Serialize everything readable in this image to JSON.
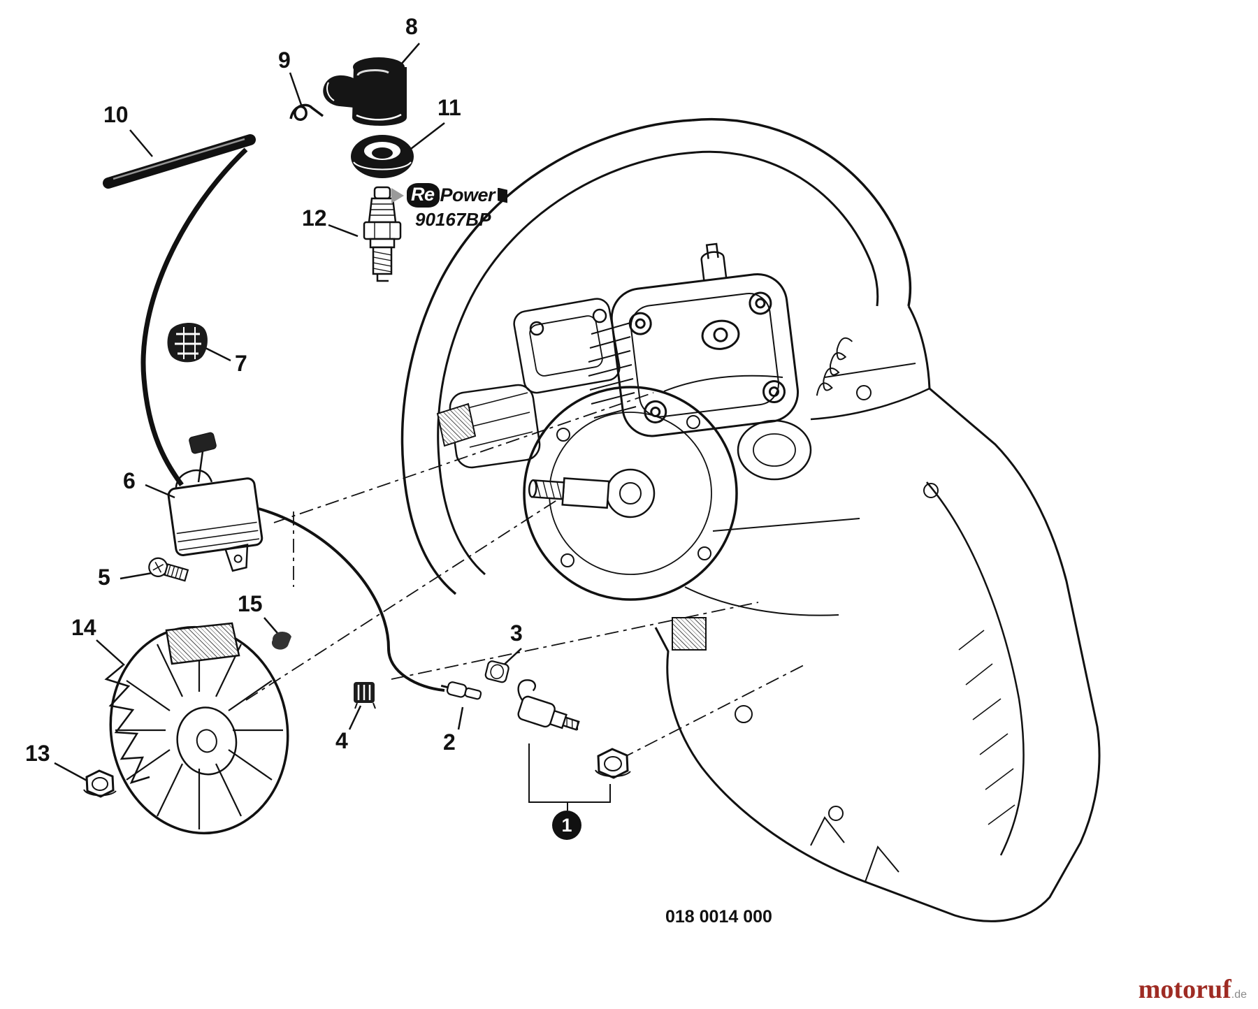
{
  "page": {
    "background": "#ffffff",
    "line_color": "#111111",
    "footer_code": "018 0014 000",
    "watermark": "motoruf",
    "watermark_suffix": ".de",
    "watermark_color": "#9e2b23"
  },
  "brand": {
    "re": "Re",
    "power": "Power",
    "part_number": "90167BP"
  },
  "callouts": [
    {
      "label": "1",
      "style": "circled"
    },
    {
      "label": "2",
      "style": "plain"
    },
    {
      "label": "3",
      "style": "plain"
    },
    {
      "label": "4",
      "style": "plain"
    },
    {
      "label": "5",
      "style": "plain"
    },
    {
      "label": "6",
      "style": "plain"
    },
    {
      "label": "7",
      "style": "plain"
    },
    {
      "label": "8",
      "style": "plain"
    },
    {
      "label": "9",
      "style": "plain"
    },
    {
      "label": "10",
      "style": "plain"
    },
    {
      "label": "11",
      "style": "plain"
    },
    {
      "label": "12",
      "style": "plain"
    },
    {
      "label": "13",
      "style": "plain"
    },
    {
      "label": "14",
      "style": "plain"
    },
    {
      "label": "15",
      "style": "plain"
    }
  ]
}
